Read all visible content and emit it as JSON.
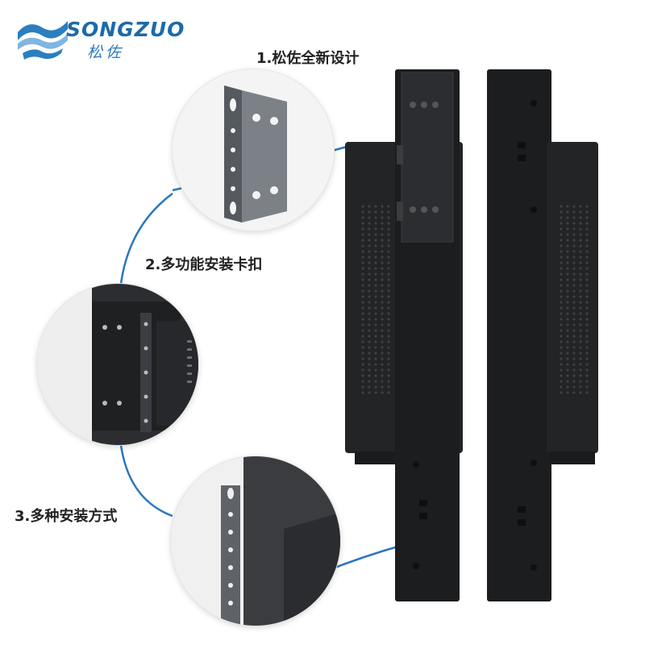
{
  "brand": {
    "wordmark": "SONGZUO",
    "chinese_name": "松佐",
    "accent_color": "#1d6aa8",
    "wave_colors": [
      "#2a7fc0",
      "#7fb6e0"
    ]
  },
  "features": [
    {
      "label": "1.松佐全新设计"
    },
    {
      "label": "2.多功能安装卡扣"
    },
    {
      "label": "3.多种安装方式"
    }
  ],
  "product": {
    "body_color": "#1c1c1e",
    "connector_color": "#2a76c0",
    "icons": [
      "rack-bracket-icon",
      "monitor-side-icon",
      "vent-grille-icon"
    ]
  }
}
